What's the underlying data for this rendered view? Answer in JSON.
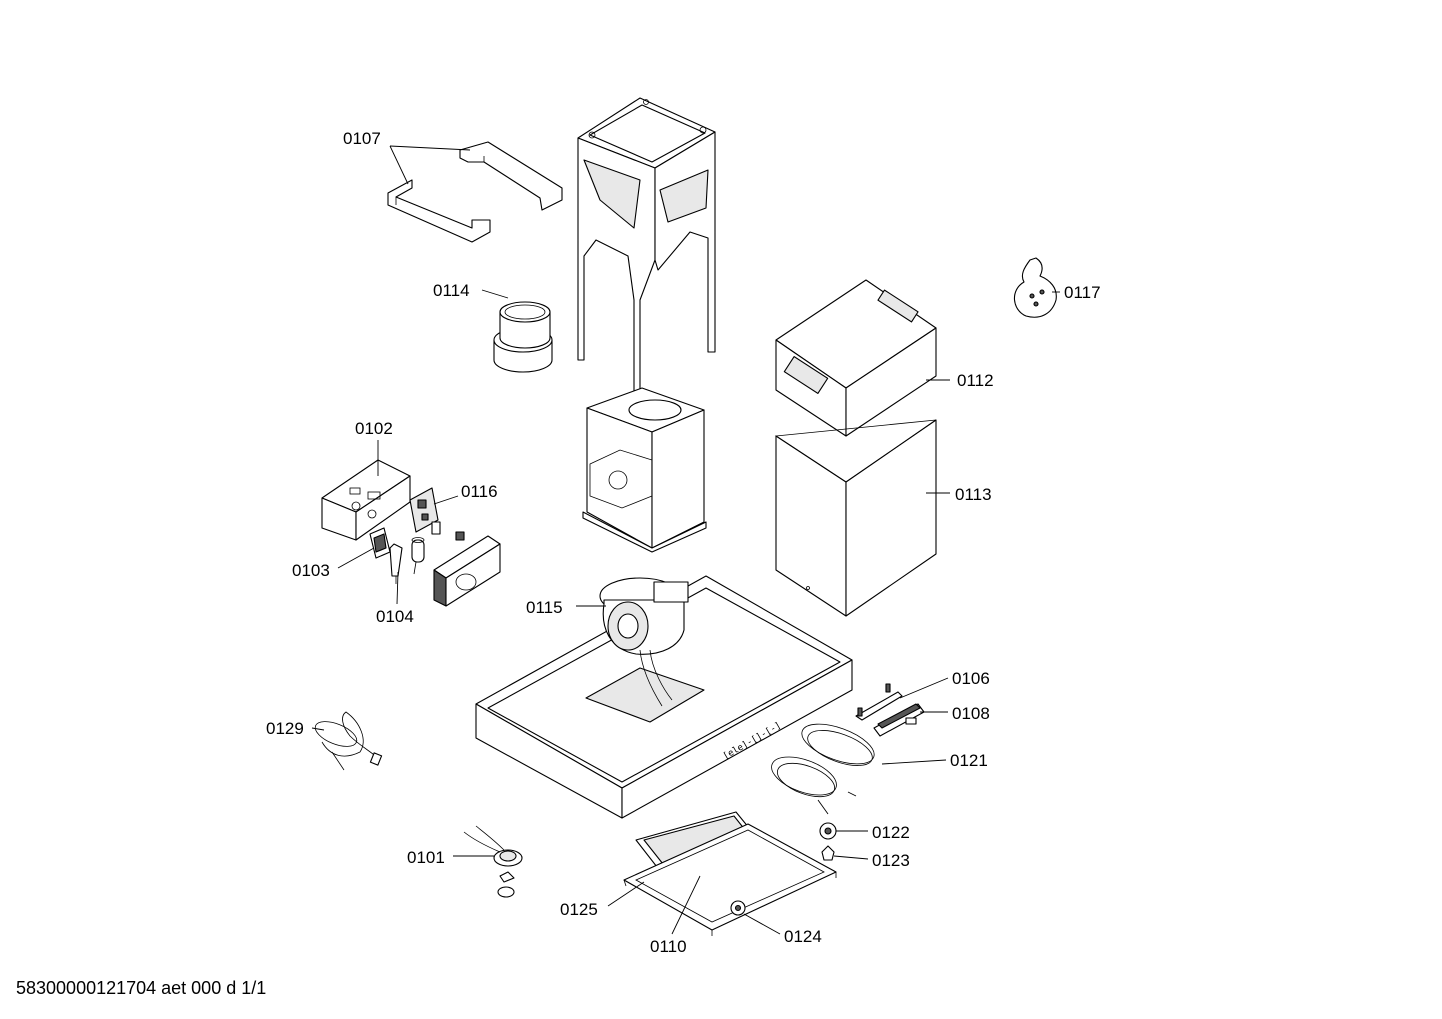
{
  "labels": {
    "p0101": "0101",
    "p0102": "0102",
    "p0103": "0103",
    "p0104": "0104",
    "p0106": "0106",
    "p0107": "0107",
    "p0108": "0108",
    "p0110": "0110",
    "p0112": "0112",
    "p0113": "0113",
    "p0114": "0114",
    "p0115": "0115",
    "p0116": "0116",
    "p0117": "0117",
    "p0121": "0121",
    "p0122": "0122",
    "p0123": "0123",
    "p0124": "0124",
    "p0125": "0125",
    "p0129": "0129"
  },
  "footer": "58300000121704 aet 000 d 1/1"
}
